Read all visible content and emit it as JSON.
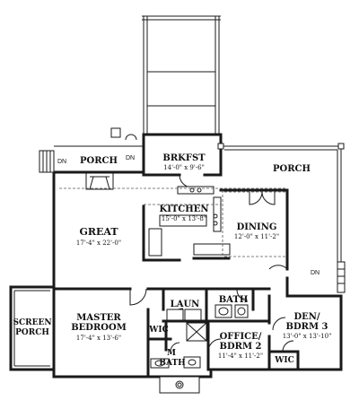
{
  "rooms": {
    "porch_left": {
      "name": "PORCH"
    },
    "breakfast": {
      "name": "BRKFST",
      "size": "14'-0\" x 9'-6\""
    },
    "porch_right": {
      "name": "PORCH"
    },
    "kitchen": {
      "name": "KITCHEN",
      "size": "15'-0\" x 13'-8\""
    },
    "great": {
      "name": "GREAT",
      "size": "17'-4\" x 22'-0\""
    },
    "dining": {
      "name": "DINING",
      "size": "12'-0\" x 11'-2\""
    },
    "laundry": {
      "name": "LAUN"
    },
    "bath_upper": {
      "name": "BATH"
    },
    "master": {
      "name_line1": "MASTER",
      "name_line2": "BEDROOM",
      "size": "17'-4\" x 13'-6\""
    },
    "screen_porch": {
      "name_line1": "SCREEN",
      "name_line2": "PORCH"
    },
    "wic_master": {
      "name": "WIC"
    },
    "master_bath": {
      "name_m": "M",
      "name": "BATH"
    },
    "office": {
      "name_line1": "OFFICE/",
      "name_line2": "BDRM 2",
      "size": "11'-4\" x 11'-2\""
    },
    "den": {
      "name_line1": "DEN/",
      "name_line2": "BDRM 3",
      "size": "13'-0\" x 13'-10\""
    },
    "wic_den": {
      "name": "WIC"
    }
  },
  "stair_labels": {
    "porch_left_outer": "DN",
    "porch_left_inner": "DN",
    "right_side": "DN"
  }
}
